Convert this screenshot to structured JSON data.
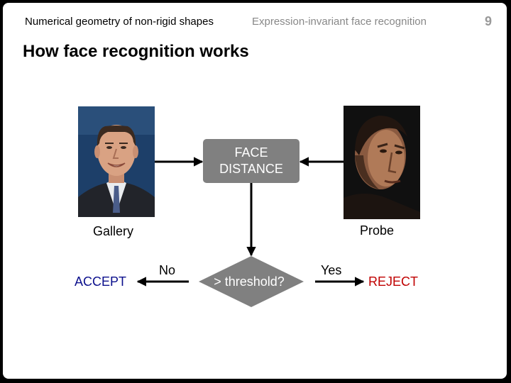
{
  "header": {
    "course": "Numerical geometry of non-rigid shapes",
    "topic": "Expression-invariant face recognition",
    "slide_number": "9"
  },
  "title": "How face recognition works",
  "diagram": {
    "face_distance_label": "FACE DISTANCE",
    "decision_label": "> threshold?",
    "gallery_label": "Gallery",
    "probe_label": "Probe",
    "no_label": "No",
    "yes_label": "Yes",
    "accept_label": "ACCEPT",
    "reject_label": "REJECT"
  },
  "colors": {
    "box_fill": "#808080",
    "accept": "#0b0f8c",
    "reject": "#c00000",
    "topic_text": "#888888"
  }
}
